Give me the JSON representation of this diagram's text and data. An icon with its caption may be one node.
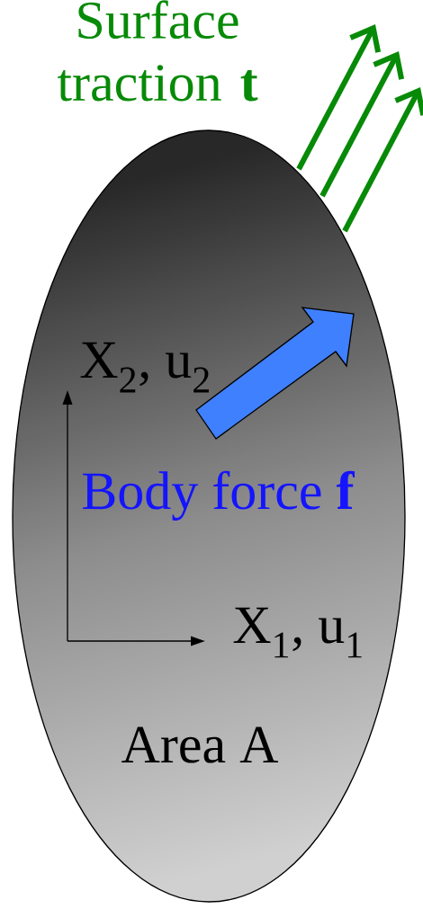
{
  "diagram": {
    "nodes": [
      {
        "text": [
          "Area A"
        ]
      }
    ],
    "labels": [
      "Surface traction **t**",
      "X$_{2}$, u$_{2}$",
      "Body force **f**",
      "X$_{1}$, u$_{1}$"
    ]
  }
}
